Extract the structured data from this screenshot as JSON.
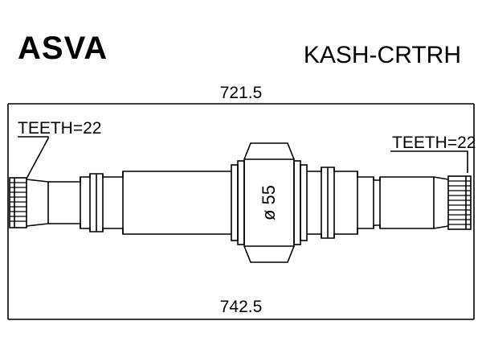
{
  "header": {
    "brand": "ASVA",
    "part_number": "KASH-CRTRH"
  },
  "dimensions": {
    "inner_length": "721.5",
    "overall_length": "742.5",
    "diameter": "ø 55"
  },
  "annotations": {
    "teeth_left": "TEETH=22",
    "teeth_right": "TEETH=22"
  }
}
